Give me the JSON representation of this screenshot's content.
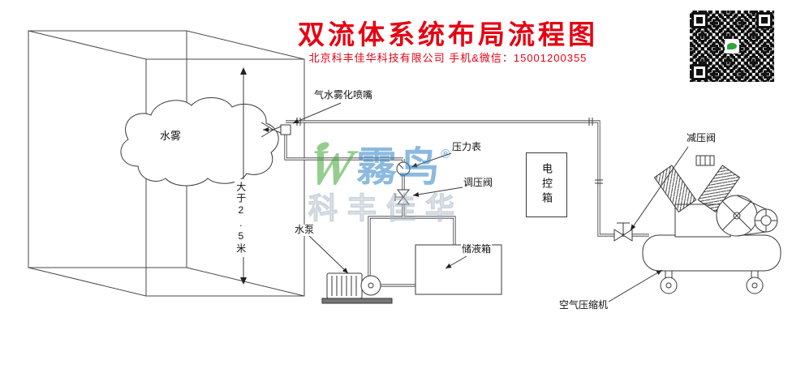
{
  "header": {
    "title": "双流体系统布局流程图",
    "subtitle": "北京科丰佳华科技有限公司 手机&微信：15001200355"
  },
  "labels": {
    "mist": "水雾",
    "nozzle": "气水雾化喷嘴",
    "gauge": "压力表",
    "regulator": "调压阀",
    "control_box": "电控箱",
    "reducer": "减压阀",
    "pump": "水泵",
    "tank": "储液箱",
    "compressor": "空气压缩机",
    "height": "大于2.5米"
  },
  "watermark": {
    "mark": "W",
    "brand": "霧鸟",
    "reg": "®",
    "company": "科丰佳华"
  },
  "colors": {
    "title_red": "#e60012",
    "line": "#3a3a3a",
    "brand_green": "#3fa535",
    "brand_blue": "#2f83c5"
  },
  "icons": {
    "qr_code": "qr-code",
    "brand_leaf": "green-leaf"
  }
}
